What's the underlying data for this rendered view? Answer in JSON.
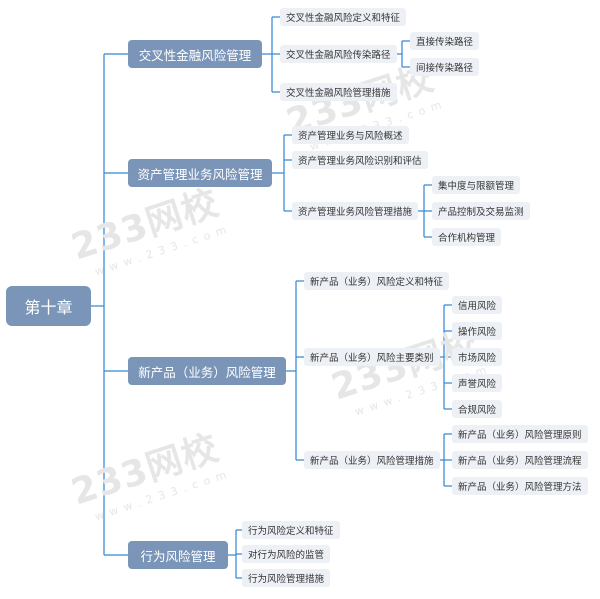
{
  "root": "第十章",
  "watermark": {
    "logo": "233网校",
    "url": "www.233.com"
  },
  "branches": [
    {
      "label": "交叉性金融风险管理",
      "children": [
        {
          "label": "交叉性金融风险定义和特征"
        },
        {
          "label": "交叉性金融风险传染路径",
          "children": [
            "直接传染路径",
            "间接传染路径"
          ]
        },
        {
          "label": "交叉性金融风险管理措施"
        }
      ]
    },
    {
      "label": "资产管理业务风险管理",
      "children": [
        {
          "label": "资产管理业务与风险概述"
        },
        {
          "label": "资产管理业务风险识别和评估"
        },
        {
          "label": "资产管理业务风险管理措施",
          "children": [
            "集中度与限额管理",
            "产品控制及交易监测",
            "合作机构管理"
          ]
        }
      ]
    },
    {
      "label": "新产品（业务）风险管理",
      "children": [
        {
          "label": "新产品（业务）风险定义和特征"
        },
        {
          "label": "新产品（业务）风险主要类别",
          "children": [
            "信用风险",
            "操作风险",
            "市场风险",
            "声誉风险",
            "合规风险"
          ]
        },
        {
          "label": "新产品（业务）风险管理措施",
          "children": [
            "新产品（业务）风险管理原则",
            "新产品（业务）风险管理流程",
            "新产品（业务）风险管理方法"
          ]
        }
      ]
    },
    {
      "label": "行为风险管理",
      "children": [
        {
          "label": "行为风险定义和特征"
        },
        {
          "label": "对行为风险的监管"
        },
        {
          "label": "行为风险管理措施"
        }
      ]
    }
  ]
}
